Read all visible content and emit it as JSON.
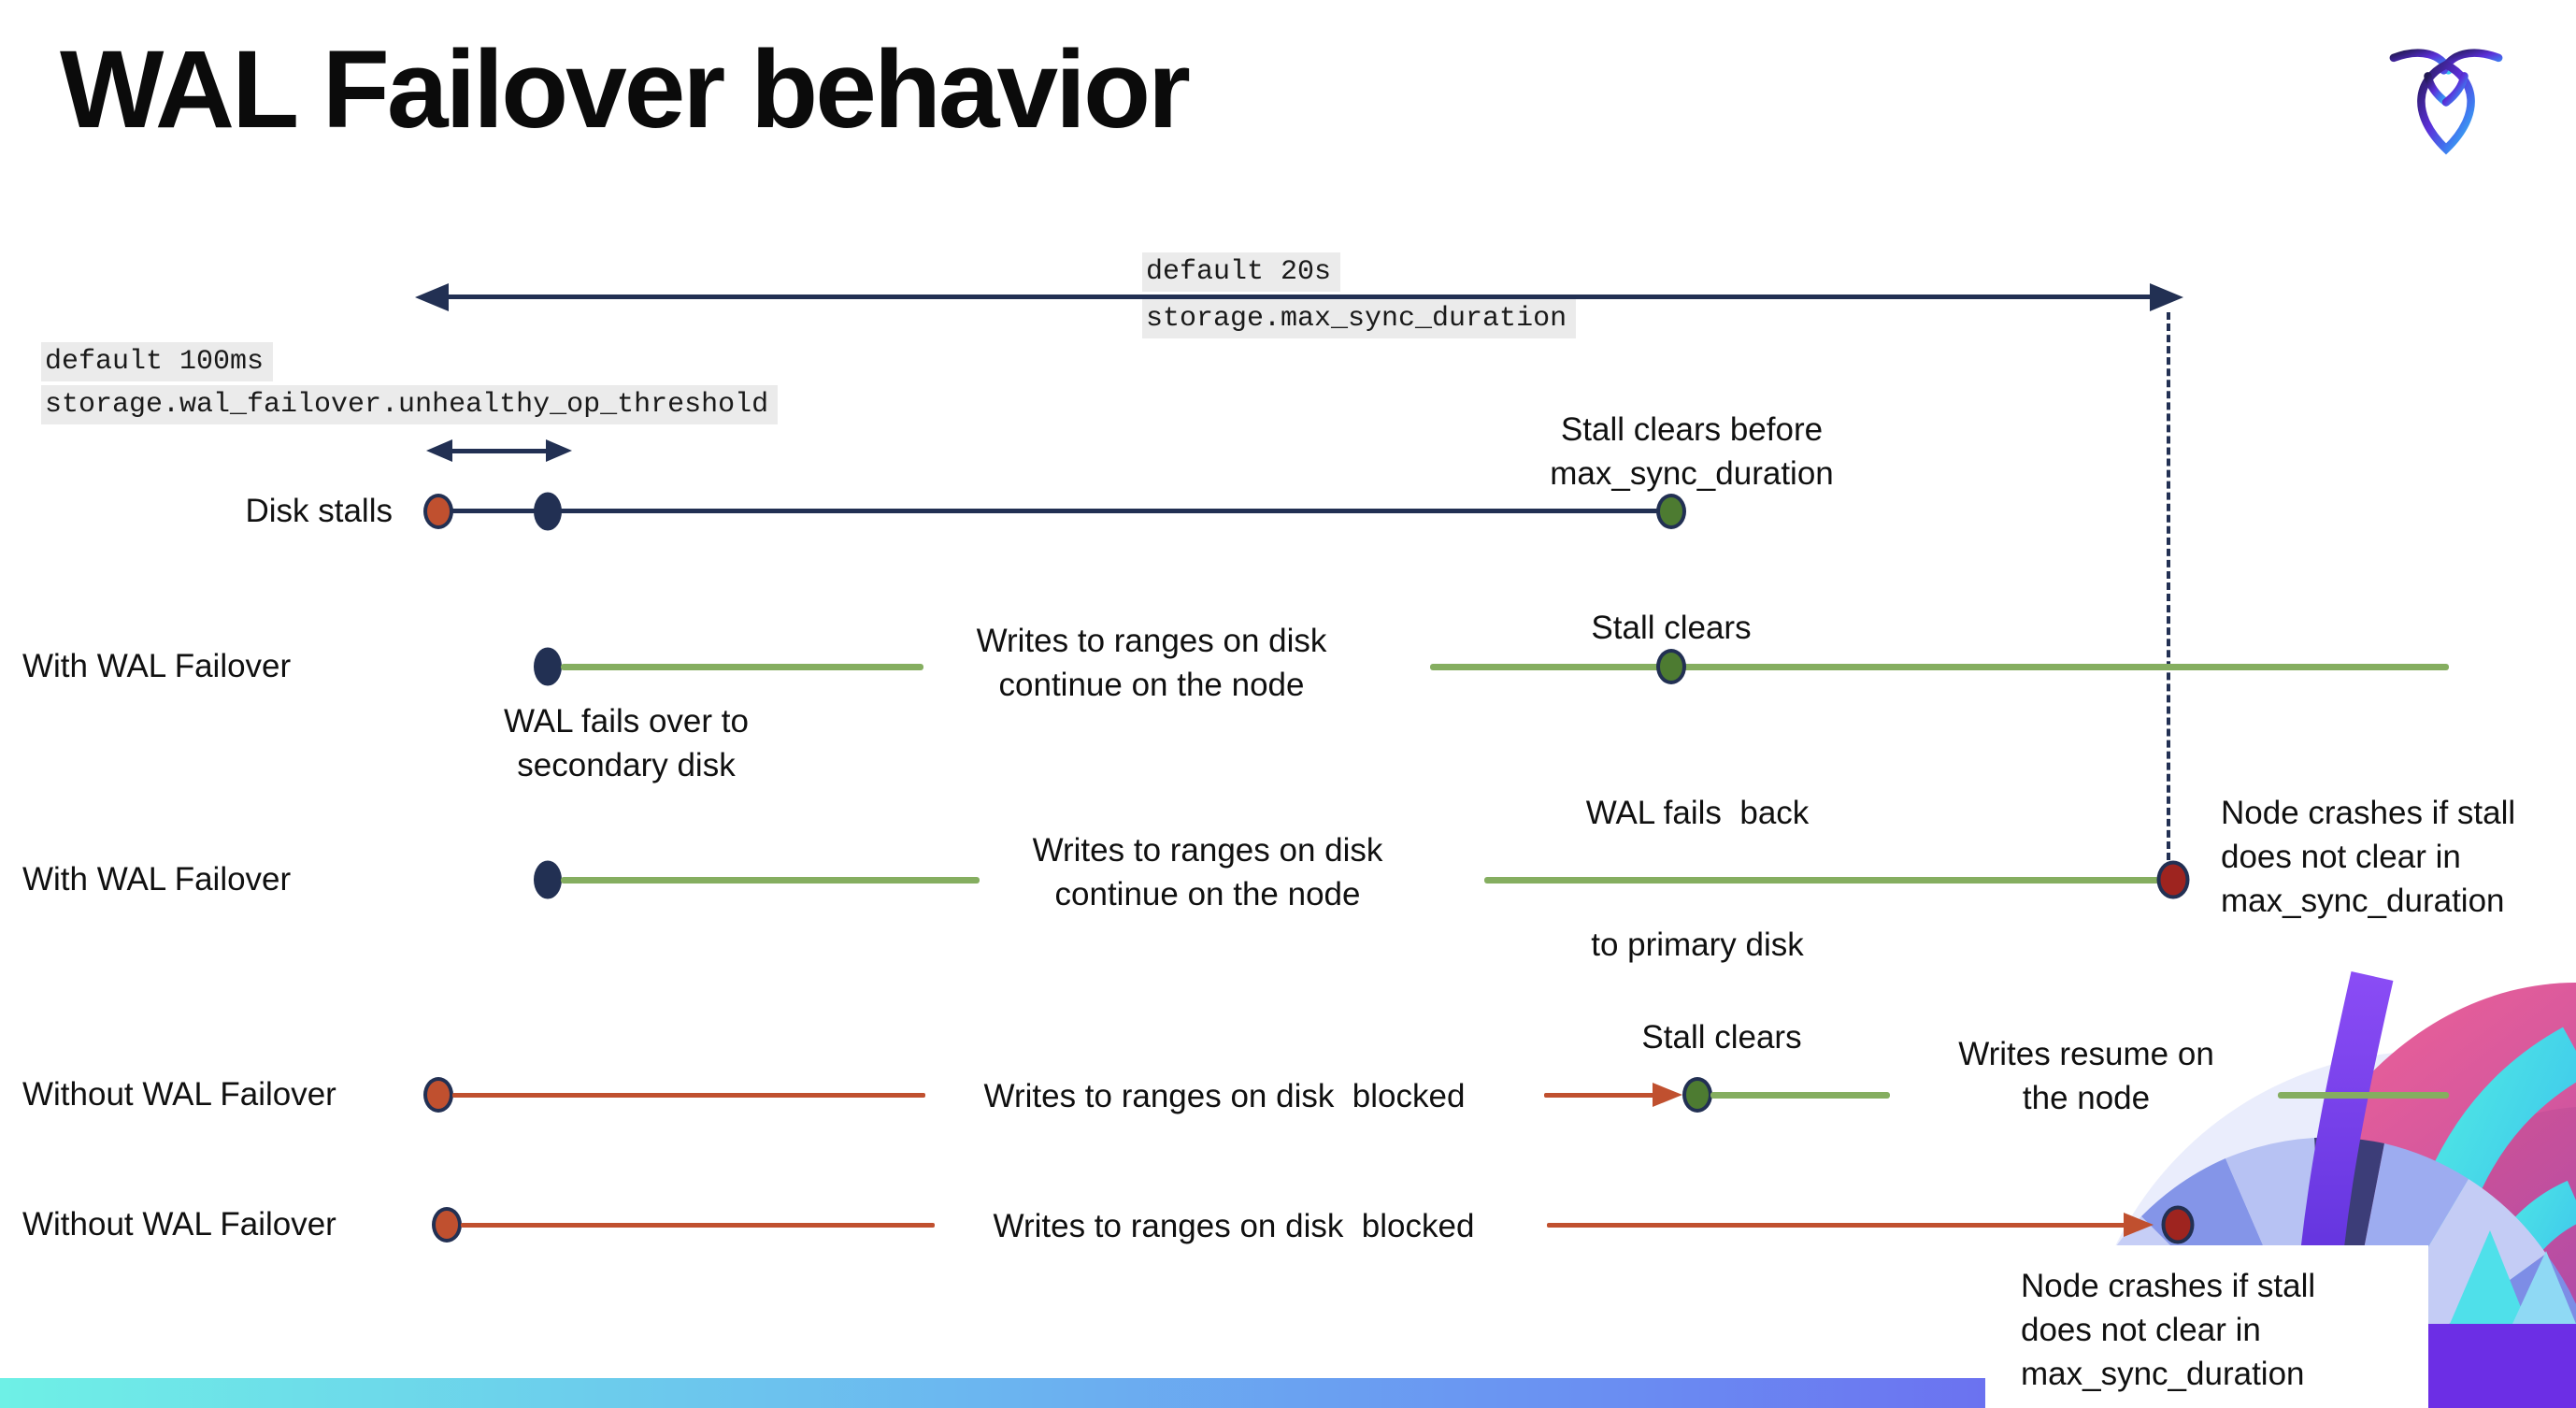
{
  "slide": {
    "title": "WAL Failover behavior"
  },
  "logo": {
    "name": "cockroachdb-logo"
  },
  "config_labels": {
    "max_sync_duration": {
      "default_value": "default 20s",
      "setting": "storage.max_sync_duration"
    },
    "unhealthy_op_threshold": {
      "default_value": "default 100ms",
      "setting": "storage.wal_failover.unhealthy_op_threshold"
    }
  },
  "rows": [
    {
      "label": "Disk stalls"
    },
    {
      "label": "With WAL Failover"
    },
    {
      "label": "With WAL Failover"
    },
    {
      "label": "Without WAL Failover"
    },
    {
      "label": "Without WAL Failover"
    }
  ],
  "annotations": {
    "stall_clears_before": {
      "line1": "Stall clears before",
      "line2": "max_sync_duration"
    },
    "wal_fails_over": {
      "line1": "WAL fails over to",
      "line2": "secondary disk"
    },
    "writes_continue": {
      "line1": "Writes to ranges on disk",
      "line2": "continue on the node"
    },
    "stall_clears": "Stall clears",
    "wal_fails_back": {
      "line1": "WAL fails  back",
      "line2": "to primary disk"
    },
    "node_crashes": {
      "line1": "Node crashes if stall",
      "line2": "does not clear in",
      "line3": "max_sync_duration"
    },
    "writes_blocked": "Writes to ranges on disk  blocked",
    "writes_resume": {
      "line1": "Writes resume on",
      "line2": "the node"
    }
  },
  "colors": {
    "navy": "#223053",
    "red_orange": "#c0502f",
    "dark_red": "#9e241f",
    "green_line": "#85ae60",
    "green_dot": "#4d7b31",
    "label_background": "#ebebeb",
    "bar_gradient": [
      "#6ef0e6",
      "#6a8ff2",
      "#6d46ee"
    ]
  }
}
